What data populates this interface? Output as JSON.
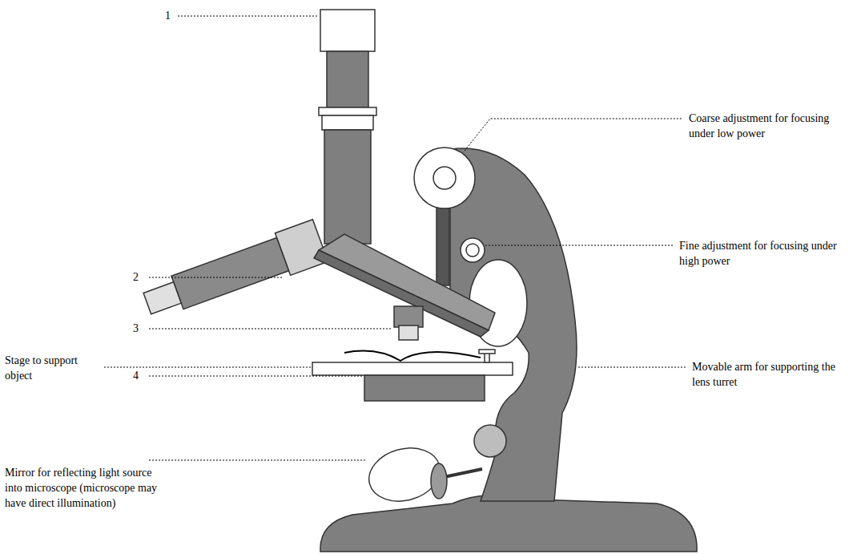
{
  "diagram": {
    "labels": [
      "1",
      "2",
      "3",
      "4",
      "Coarse adjustment for focusing under low power",
      "Fine adjustment for focusing under high power",
      "Stage to support object",
      "Movable arm for supporting the lens turret",
      "Mirror for reflecting light source into microscope (microscope may have direct illumination)"
    ]
  }
}
